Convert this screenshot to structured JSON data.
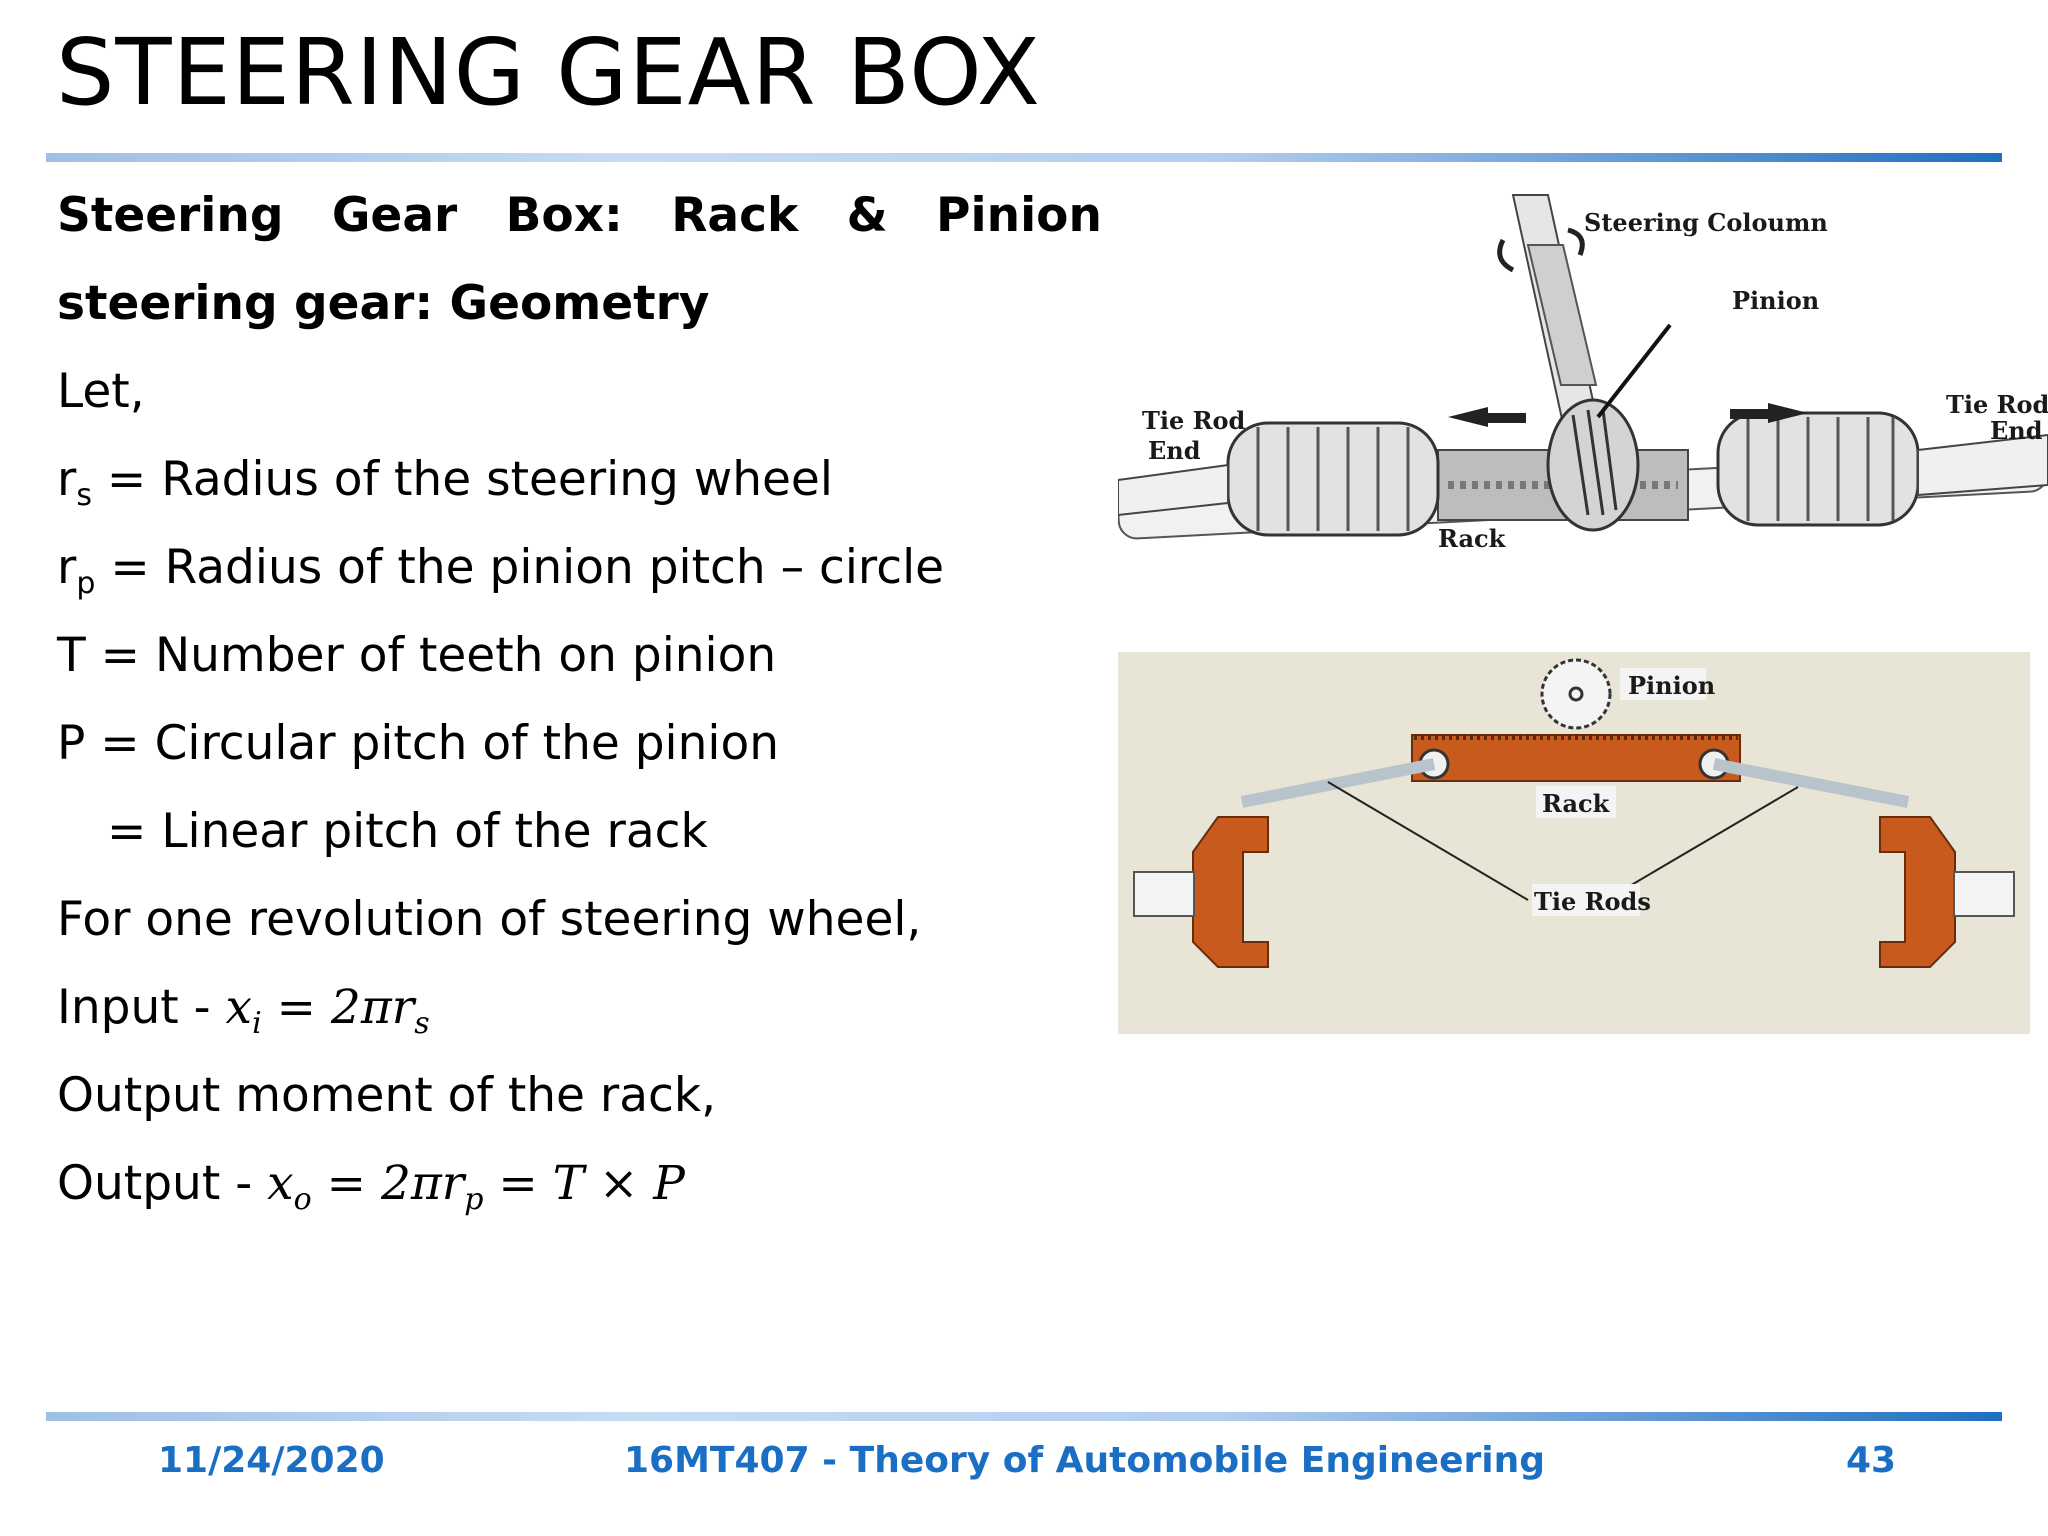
{
  "slide": {
    "title": "STEERING GEAR BOX",
    "heading_words": [
      "Steering",
      "Gear",
      "Box:",
      "Rack",
      "&",
      "Pinion"
    ],
    "heading_line2": "steering gear: Geometry",
    "let": "Let,",
    "defs": [
      {
        "sym": "r",
        "sub": "s",
        "text": " = Radius of the steering wheel"
      },
      {
        "sym": "r",
        "sub": "p",
        "text": " = Radius of the pinion pitch – circle"
      }
    ],
    "line_t": "T = Number of teeth on pinion",
    "line_p": "P = Circular pitch of the pinion",
    "line_p2": "= Linear pitch of the rack",
    "for_one": "For one revolution of steering wheel,",
    "input_label": "Input - ",
    "input_eq": {
      "lhs": "x",
      "lhs_sub": "i",
      "rhs": " = 2πr",
      "rhs_sub": "s"
    },
    "output_moment": "Output moment of the rack,",
    "output_label": "Output - ",
    "output_eq": {
      "lhs": "x",
      "lhs_sub": "o",
      "mid": " = 2πr",
      "mid_sub": "p",
      "rhs": " = T  × P"
    }
  },
  "figure_top": {
    "labels": {
      "steering_column": "Steering Coloumn",
      "pinion": "Pinion",
      "tie_rod_end_left_1": "Tie Rod",
      "tie_rod_end_left_2": "End",
      "tie_rod_end_right_1": "Tie Rod",
      "tie_rod_end_right_2": "End",
      "rack": "Rack"
    }
  },
  "figure_bottom": {
    "labels": {
      "pinion": "Pinion",
      "rack": "Rack",
      "tie_rods": "Tie Rods"
    },
    "colors": {
      "background": "#e8e4d6",
      "rack": "#c85a1e",
      "rods": "#b9c3cc"
    }
  },
  "footer": {
    "date": "11/24/2020",
    "course": "16MT407 - Theory of Automobile Engineering",
    "page": "43"
  }
}
